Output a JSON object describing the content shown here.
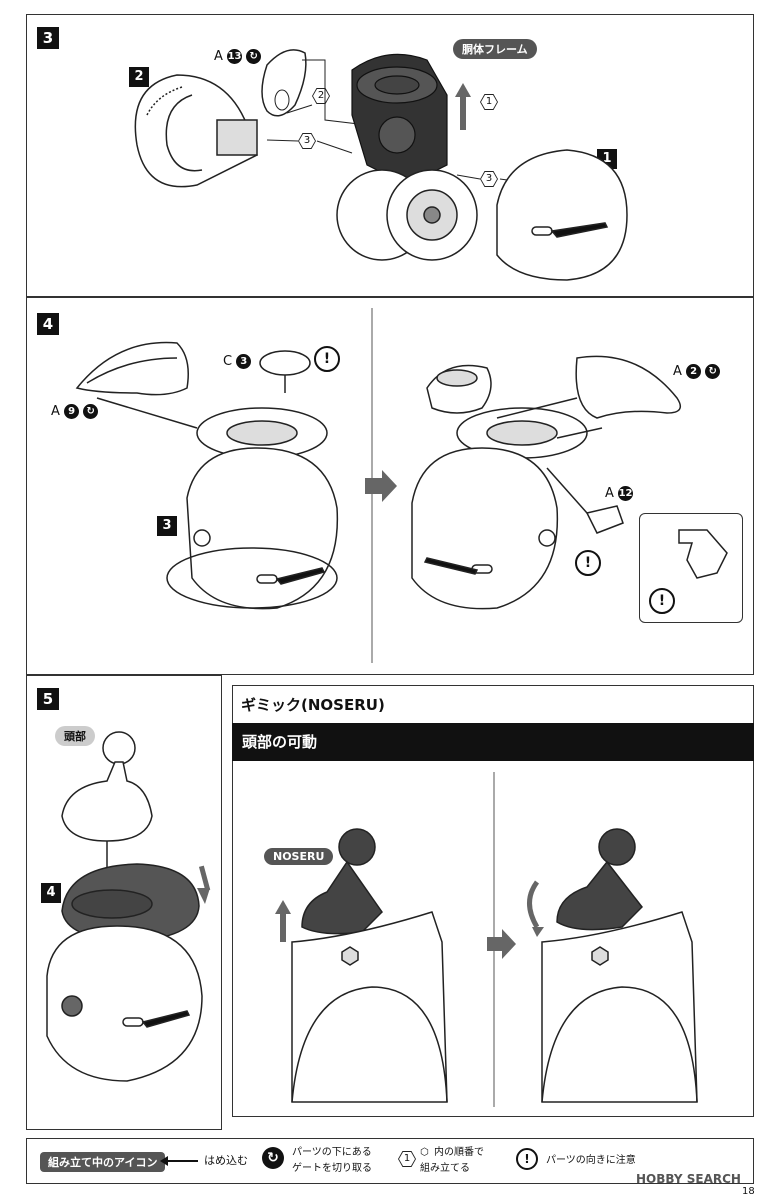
{
  "step3": {
    "step": "3",
    "frame_label": "胴体フレーム",
    "part_a13": {
      "letter": "A",
      "num": "13"
    },
    "callout_2": "2",
    "callout_3": "3",
    "callout_1": "1",
    "sub_step_1": "1",
    "sub_step_2": "2"
  },
  "step4": {
    "step": "4",
    "part_c3": {
      "letter": "C",
      "num": "3"
    },
    "part_a9": {
      "letter": "A",
      "num": "9"
    },
    "part_a2": {
      "letter": "A",
      "num": "2"
    },
    "part_a12": {
      "letter": "A",
      "num": "12"
    },
    "sub_step_3": "3",
    "caution": "!"
  },
  "step5": {
    "step": "5",
    "head_label": "頭部",
    "sub_step_4": "4"
  },
  "gimmick": {
    "title": "ギミック(NOSERU)",
    "section": "頭部の可動",
    "noseru_label": "NOSERU"
  },
  "legend": {
    "title": "組み立て中のアイコン",
    "fit_in": "はめ込む",
    "gate_line1": "パーツの下にある",
    "gate_line2": "ゲートを切り取る",
    "order_num": "1",
    "order_line1": "内の順番で",
    "order_line2": "組み立てる",
    "caution_text": "パーツの向きに注意"
  },
  "footer": {
    "watermark": "HOBBY SEARCH",
    "page": "18"
  }
}
